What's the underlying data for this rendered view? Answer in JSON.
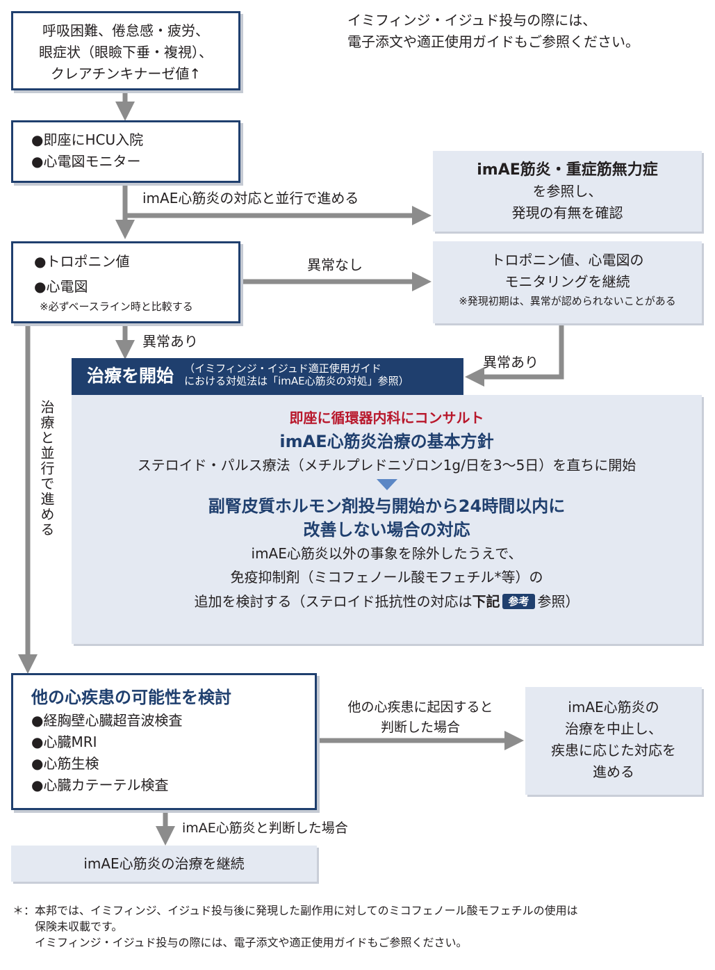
{
  "top_note": {
    "line1": "イミフィンジ・イジュド投与の際には、",
    "line2": "電子添文や適正使用ガイドもご参照ください。"
  },
  "symptoms": {
    "line1": "呼吸困難、倦怠感・疲労、",
    "line2": "眼症状（眼瞼下垂・複視）、",
    "line3": "クレアチンキナーゼ値↑"
  },
  "admission": {
    "item1": "●即座にHCU入院",
    "item2": "●心電図モニター"
  },
  "parallel_label": "imAE心筋炎の対応と並行で進める",
  "myositis_ref": {
    "title": "imAE筋炎・重症筋無力症",
    "line2": "を参照し、",
    "line3": "発現の有無を確認"
  },
  "troponin": {
    "item1": "●トロポニン値",
    "item2": "●心電図",
    "note": "※必ずベースライン時と比較する"
  },
  "no_abnormality_label": "異常なし",
  "monitoring": {
    "line1": "トロポニン値、心電図の",
    "line2": "モニタリングを継続",
    "note": "※発現初期は、異常が認められないことがある"
  },
  "abnormal_label_left": "異常あり",
  "abnormal_label_right": "異常あり",
  "side_label": "治療と並行で進める",
  "treatment_header": {
    "title": "治療を開始",
    "note1": "（イミフィンジ・イジュド適正使用ガイド",
    "note2": "における対処法は「imAE心筋炎の対処」参照）"
  },
  "treatment": {
    "consult": "即座に循環器内科にコンサルト",
    "policy_title": "imAE心筋炎治療の基本方針",
    "policy_text": "ステロイド・パルス療法（メチルプレドニゾロン1g/日を3～5日）を直ちに開始",
    "fail_title1": "副腎皮質ホルモン剤投与開始から24時間以内に",
    "fail_title2": "改善しない場合の対応",
    "fail_text1": "imAE心筋炎以外の事象を除外したうえで、",
    "fail_text2": "免疫抑制剤（ミコフェノール酸モフェチル*等）の",
    "fail_text3a": "追加を検討する（ステロイド抵抗性の対応は",
    "fail_text3b": "下記",
    "badge": "参考",
    "fail_text3c": "参照）"
  },
  "other_disease": {
    "title": "他の心疾患の可能性を検討",
    "item1": "●経胸壁心臓超音波検査",
    "item2": "●心臓MRI",
    "item3": "●心筋生検",
    "item4": "●心臓カテーテル検査"
  },
  "other_cause_label": {
    "line1": "他の心疾患に起因すると",
    "line2": "判断した場合"
  },
  "stop_treatment": {
    "line1": "imAE心筋炎の",
    "line2": "治療を中止し、",
    "line3": "疾患に応じた対応を",
    "line4": "進める"
  },
  "imae_judged_label": "imAE心筋炎と判断した場合",
  "continue_treatment": "imAE心筋炎の治療を継続",
  "footnote": {
    "mark": "＊：",
    "line1": "本邦では、イミフィンジ、イジュド投与後に発現した副作用に対してのミコフェノール酸モフェチルの使用は",
    "line2": "保険未収載です。",
    "line3": "イミフィンジ・イジュド投与の際には、電子添文や適正使用ガイドもご参照ください。"
  },
  "colors": {
    "navy": "#1f3f6e",
    "accent_red": "#b8172b",
    "panel_blue": "#e4e9f2",
    "arrow_gray": "#8c8c8c"
  }
}
